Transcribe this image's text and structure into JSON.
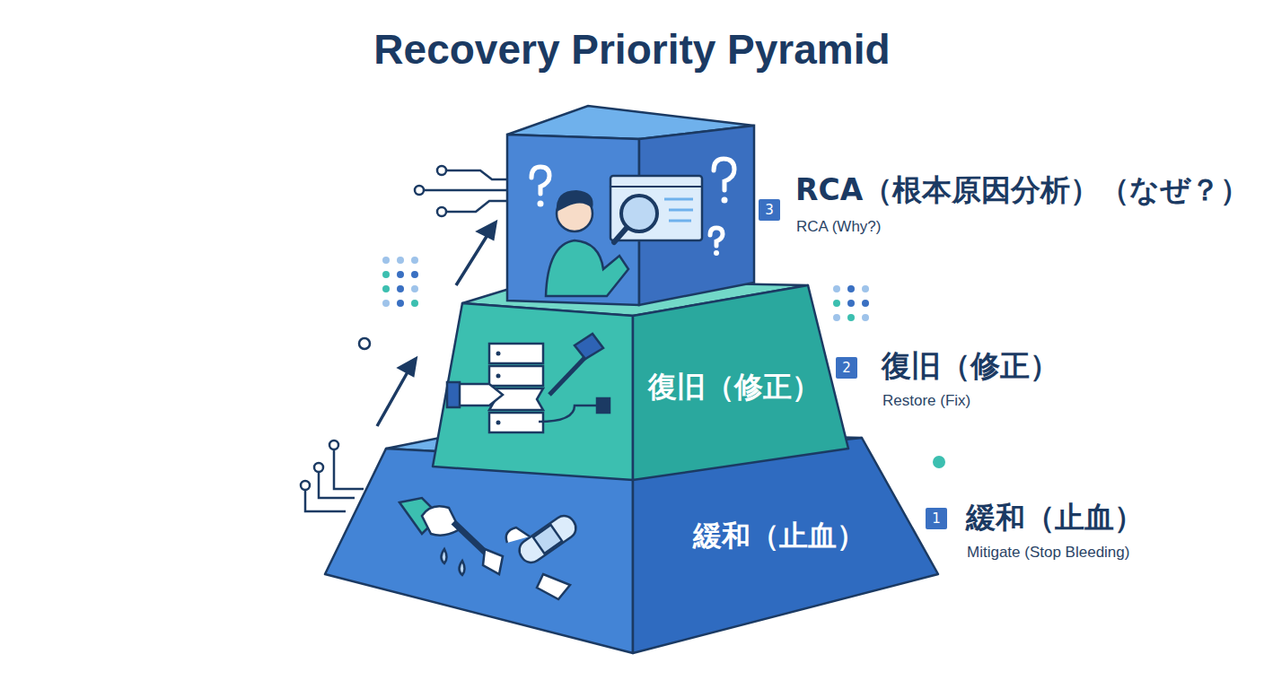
{
  "diagram": {
    "title": "Recovery Priority Pyramid",
    "nodes": [
      {
        "text": [
          "復旧（修正）"
        ]
      },
      {
        "text": [
          "緩和（止血）"
        ]
      }
    ],
    "labels": [
      "3",
      "RCA（根本原因分析）（なぜ？）",
      "RCA (Why?)",
      "2",
      "復旧（修正）",
      "Restore (Fix)",
      "1",
      "緩和（止血）",
      "Mitigate (Stop Bleeding)"
    ]
  }
}
